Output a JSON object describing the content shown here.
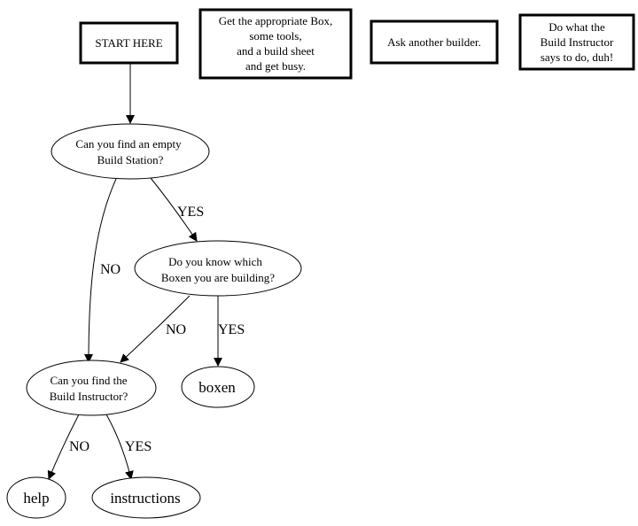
{
  "diagram": {
    "type": "flowchart",
    "boxes": [
      {
        "id": "start",
        "lines": [
          "START HERE"
        ]
      },
      {
        "id": "getbox",
        "lines": [
          "Get the appropriate Box,",
          "some tools,",
          "and a build sheet",
          "and get busy."
        ]
      },
      {
        "id": "ask",
        "lines": [
          "Ask another builder."
        ]
      },
      {
        "id": "doinstr",
        "lines": [
          "Do what the",
          "Build Instructor",
          "says to do, duh!"
        ]
      }
    ],
    "nodes": [
      {
        "id": "q_station",
        "lines": [
          "Can you find an empty",
          "Build Station?"
        ]
      },
      {
        "id": "q_boxen",
        "lines": [
          "Do you know which",
          "Boxen you are building?"
        ]
      },
      {
        "id": "q_instructor",
        "lines": [
          "Can you find the",
          "Build Instructor?"
        ]
      },
      {
        "id": "boxen",
        "lines": [
          "boxen"
        ]
      },
      {
        "id": "help",
        "lines": [
          "help"
        ]
      },
      {
        "id": "instructions",
        "lines": [
          "instructions"
        ]
      }
    ],
    "edges": [
      {
        "from": "start",
        "to": "q_station",
        "label": ""
      },
      {
        "from": "q_station",
        "to": "q_boxen",
        "label": "YES"
      },
      {
        "from": "q_station",
        "to": "q_instructor",
        "label": "NO"
      },
      {
        "from": "q_boxen",
        "to": "q_instructor",
        "label": "NO"
      },
      {
        "from": "q_boxen",
        "to": "boxen",
        "label": "YES"
      },
      {
        "from": "q_instructor",
        "to": "help",
        "label": "NO"
      },
      {
        "from": "q_instructor",
        "to": "instructions",
        "label": "YES"
      }
    ]
  }
}
